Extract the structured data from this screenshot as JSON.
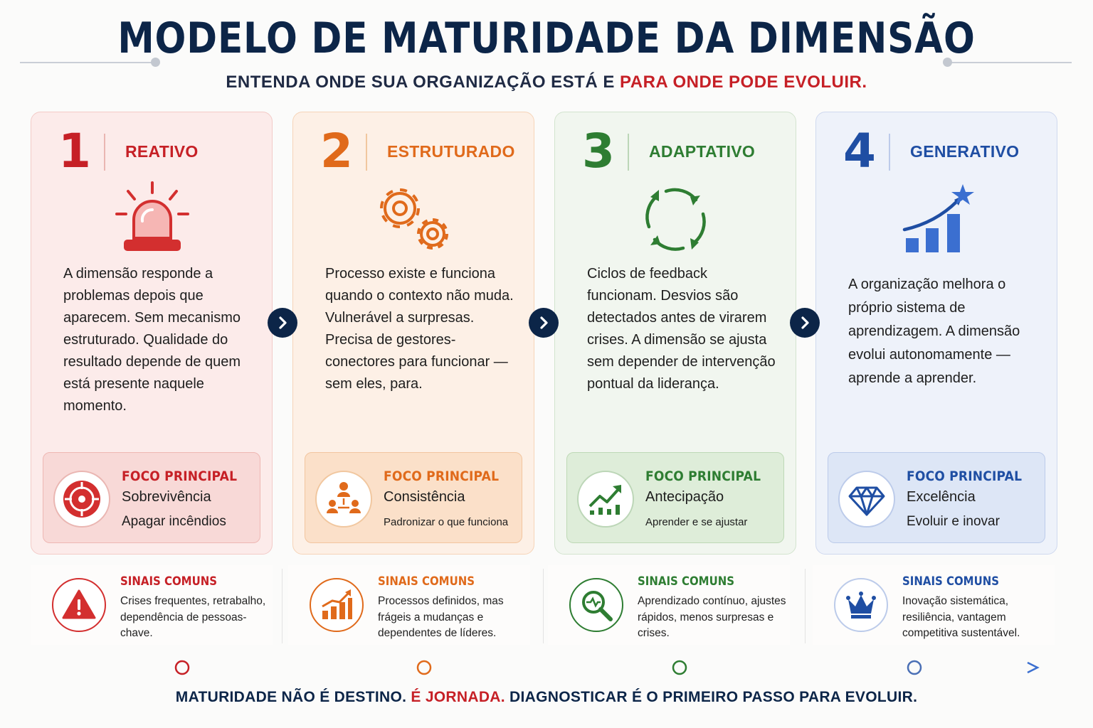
{
  "header": {
    "title": "MODELO DE MATURIDADE DA DIMENSÃO",
    "subtitle_part1": "ENTENDA ONDE SUA ORGANIZAÇÃO ESTÁ E ",
    "subtitle_highlight": "PARA ONDE PODE EVOLUIR."
  },
  "colors": {
    "navy": "#0c2548",
    "reativo": "#c62026",
    "estruturado": "#e06a1b",
    "adaptativo": "#2e7d32",
    "generativo": "#1f4ea3"
  },
  "levels": [
    {
      "number": "1",
      "name": "REATIVO",
      "icon": "alarm-siren-icon",
      "description": "A dimensão responde a problemas depois que aparecem. Sem mecanismo estruturado. Qualidade do resultado depende de quem está presente naquele momento.",
      "focus": {
        "label": "FOCO PRINCIPAL",
        "main": "Sobrevivência",
        "sub": "Apagar incêndios",
        "icon": "target-icon"
      },
      "signals": {
        "label": "SINAIS COMUNS",
        "text": "Crises frequentes, retrabalho, dependência de pessoas-chave.",
        "icon": "warning-icon"
      }
    },
    {
      "number": "2",
      "name": "ESTRUTURADO",
      "icon": "gears-icon",
      "description": "Processo existe e funciona quando o contexto não muda. Vulnerável a surpresas. Precisa de gestores-conectores para funcionar — sem eles, para.",
      "focus": {
        "label": "FOCO PRINCIPAL",
        "main": "Consistência",
        "sub": "Padronizar o que funciona",
        "icon": "org-chart-icon"
      },
      "signals": {
        "label": "SINAIS COMUNS",
        "text": "Processos definidos, mas frágeis a mudanças e dependentes de líderes.",
        "icon": "growth-chart-icon"
      }
    },
    {
      "number": "3",
      "name": "ADAPTATIVO",
      "icon": "cycle-arrows-icon",
      "description": "Ciclos de feedback funcionam. Desvios são detectados antes de virarem crises. A dimensão se ajusta sem depender de intervenção pontual da liderança.",
      "focus": {
        "label": "FOCO PRINCIPAL",
        "main": "Antecipação",
        "sub": "Aprender e se ajustar",
        "icon": "trend-chart-icon"
      },
      "signals": {
        "label": "SINAIS COMUNS",
        "text": "Aprendizado contínuo, ajustes rápidos, menos surpresas e crises.",
        "icon": "magnifier-icon"
      }
    },
    {
      "number": "4",
      "name": "GENERATIVO",
      "icon": "rising-star-chart-icon",
      "description": "A organização melhora o próprio sistema de aprendizagem. A dimensão evolui autonomamente — aprende a aprender.",
      "focus": {
        "label": "FOCO PRINCIPAL",
        "main": "Excelência",
        "sub": "Evoluir e inovar",
        "icon": "diamond-icon"
      },
      "signals": {
        "label": "SINAIS COMUNS",
        "text": "Inovação sistemática, resiliência, vantagem competitiva sustentável.",
        "icon": "crown-icon"
      }
    }
  ],
  "footer": {
    "part1": "MATURIDADE NÃO É DESTINO. ",
    "highlight": "É JORNADA.",
    "part2": " DIAGNOSTICAR É O PRIMEIRO PASSO PARA EVOLUIR."
  }
}
